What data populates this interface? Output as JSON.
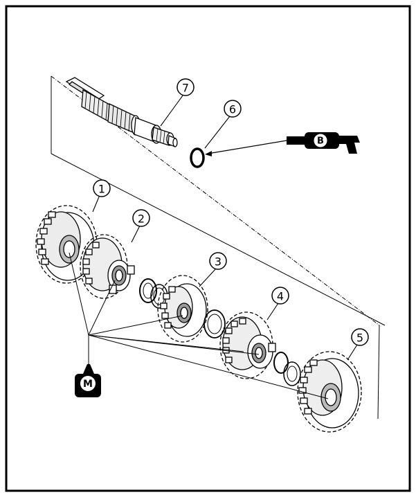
{
  "callouts": [
    "1",
    "2",
    "3",
    "4",
    "5",
    "6",
    "7"
  ],
  "lubricant_symbols": {
    "grease": "B",
    "oil": "M"
  },
  "colors": {
    "ink": "#000000",
    "paper": "#ffffff"
  }
}
